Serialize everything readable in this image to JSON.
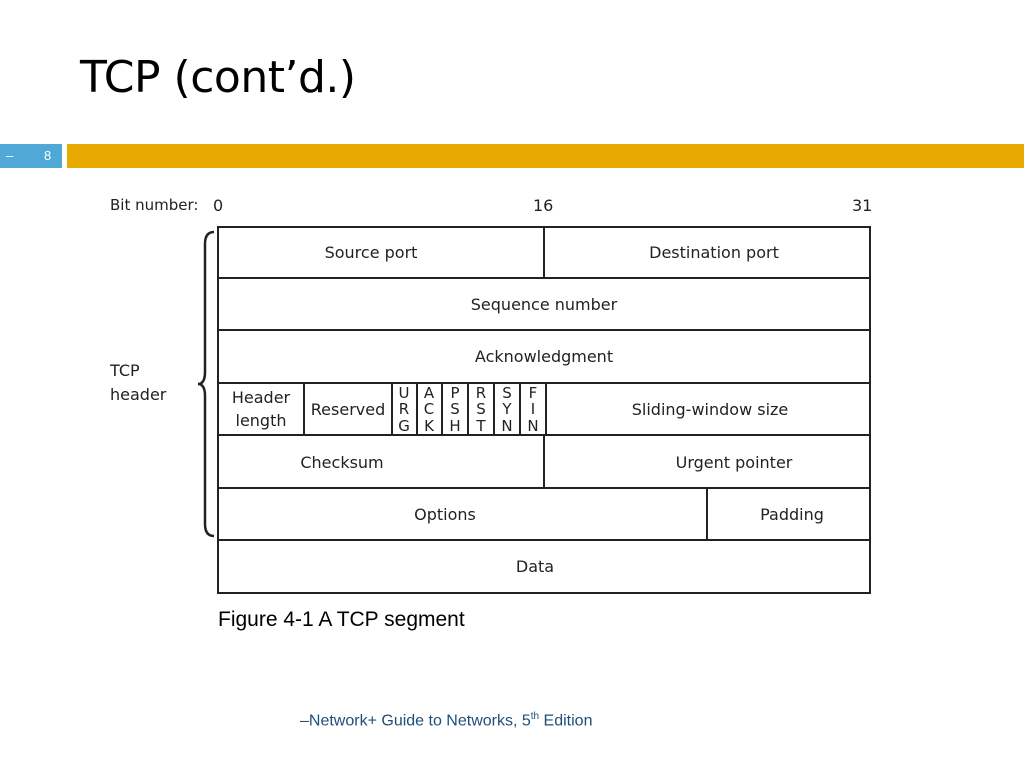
{
  "slide": {
    "title": "TCP (cont’d.)",
    "slide_dash": "–",
    "slide_number": "8",
    "caption": "Figure 4-1 A TCP segment",
    "footer_prefix": "–Network+ Guide to Networks, 5",
    "footer_sup": "th",
    "footer_suffix": " Edition"
  },
  "colors": {
    "number_band": "#4fa8d5",
    "accent_band": "#e8a900",
    "footer_text": "#1f4e79"
  },
  "diagram": {
    "bit_label": "Bit number:",
    "bit_0": "0",
    "bit_16": "16",
    "bit_31": "31",
    "side_label_1": "TCP",
    "side_label_2": "header",
    "fields": {
      "source_port": "Source port",
      "destination_port": "Destination port",
      "sequence_number": "Sequence number",
      "acknowledgment": "Acknowledgment",
      "header_length_1": "Header",
      "header_length_2": "length",
      "reserved": "Reserved",
      "sliding_window": "Sliding-window size",
      "checksum": "Checksum",
      "urgent_pointer": "Urgent pointer",
      "options": "Options",
      "padding": "Padding",
      "data": "Data"
    },
    "flags": [
      [
        "U",
        "R",
        "G"
      ],
      [
        "A",
        "C",
        "K"
      ],
      [
        "P",
        "S",
        "H"
      ],
      [
        "R",
        "S",
        "T"
      ],
      [
        "S",
        "Y",
        "N"
      ],
      [
        "F",
        "I",
        "N"
      ]
    ]
  }
}
